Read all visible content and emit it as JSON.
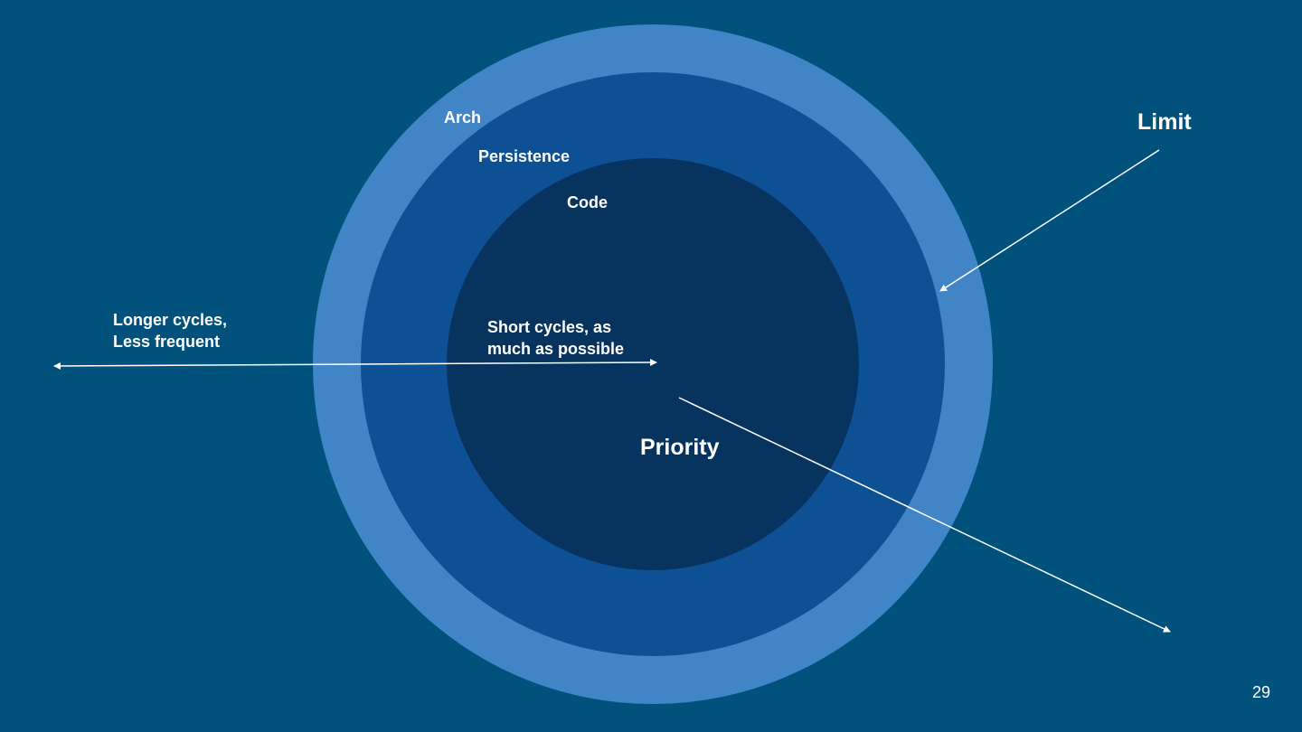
{
  "slide": {
    "page_number": "29",
    "colors": {
      "background": "#00527d",
      "outer_ring": "#4285c7",
      "middle_ring": "#0d5194",
      "inner_circle": "#07345f",
      "text": "#ffffff",
      "arrows": "#ffffff"
    }
  },
  "diagram": {
    "rings": {
      "outer": "Arch",
      "middle": "Persistence",
      "inner": "Code"
    },
    "left_note": "Longer cycles,\nLess frequent",
    "center_note": "Short cycles, as\nmuch as possible",
    "limit_label": "Limit",
    "priority_label": "Priority"
  }
}
